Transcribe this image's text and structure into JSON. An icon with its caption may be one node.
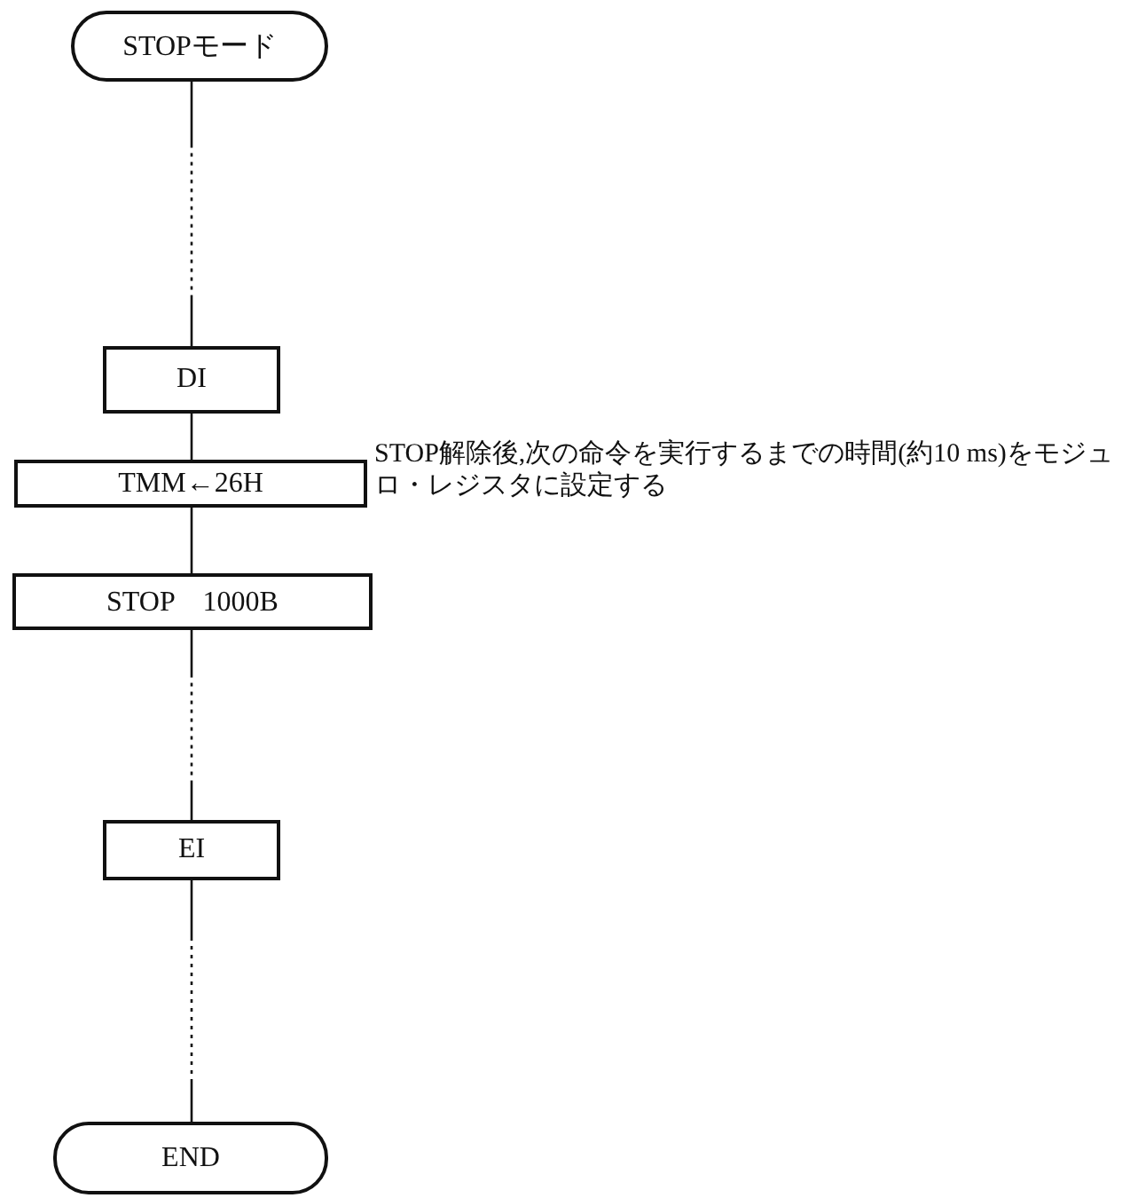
{
  "diagram": {
    "nodes": [
      {
        "text": [
          "STOPモード"
        ]
      },
      {
        "text": [
          "DI"
        ]
      },
      {
        "text": [
          "TMM←26H"
        ],
        "beside": [
          "STOP解除後,次の命令を実行するまでの時間(約10 ms)をモジュロ・レジスタに設定する"
        ]
      },
      {
        "text": [
          "STOP　1000B"
        ]
      },
      {
        "text": [
          "EI"
        ]
      },
      {
        "text": [
          "END"
        ]
      }
    ],
    "edges": [
      {
        "from": 0,
        "to": 1,
        "arrow": "none",
        "style": "dashed"
      },
      {
        "from": 1,
        "to": 2,
        "arrow": "none"
      },
      {
        "from": 2,
        "to": 3,
        "arrow": "none"
      },
      {
        "from": 3,
        "to": 4,
        "arrow": "none",
        "style": "dashed"
      },
      {
        "from": 4,
        "to": 5,
        "arrow": "none",
        "style": "dashed"
      }
    ]
  }
}
